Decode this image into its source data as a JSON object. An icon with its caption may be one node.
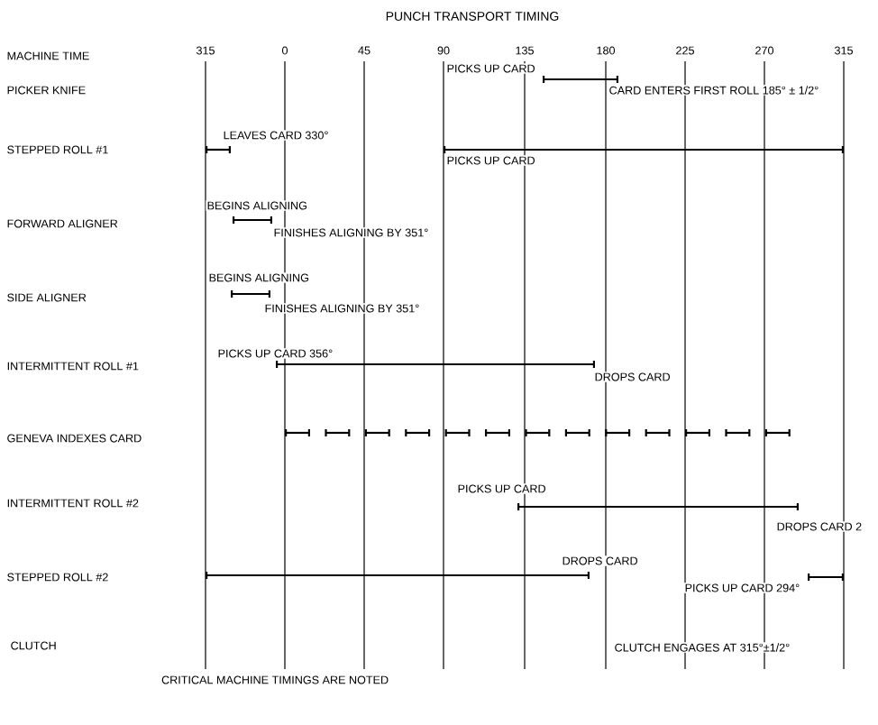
{
  "diagram": {
    "title": "PUNCH TRANSPORT TIMING",
    "caption": "CRITICAL MACHINE TIMINGS ARE NOTED",
    "labels": [
      "MACHINE TIME",
      "315",
      "0",
      "45",
      "90",
      "135",
      "180",
      "225",
      "270",
      "315",
      "PICKS UP CARD",
      "PICKER KNIFE",
      "CARD ENTERS FIRST ROLL 185° ± 1/2°",
      "LEAVES CARD 330°",
      "STEPPED ROLL #1",
      "PICKS UP CARD",
      "BEGINS ALIGNING",
      "FORWARD ALIGNER",
      "FINISHES ALIGNING BY 351°",
      "BEGINS ALIGNING",
      "SIDE ALIGNER",
      "FINISHES ALIGNING BY 351°",
      "PICKS UP CARD 356°",
      "INTERMITTENT ROLL #1",
      "DROPS CARD",
      "GENEVA INDEXES CARD",
      "PICKS UP CARD",
      "INTERMITTENT ROLL #2",
      "DROPS CARD 2",
      "DROPS CARD",
      "STEPPED ROLL #2",
      "PICKS UP CARD 294°",
      "CLUTCH",
      "CLUTCH ENGAGES AT 315°±1/2°"
    ]
  }
}
